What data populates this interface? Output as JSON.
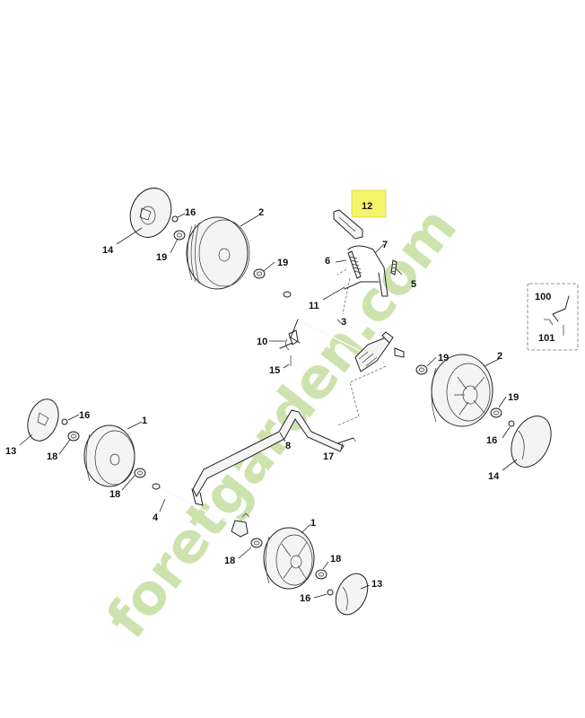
{
  "labels": {
    "p1a": "1",
    "p1b": "1",
    "p2a": "2",
    "p2b": "2",
    "p3": "3",
    "p4": "4",
    "p5": "5",
    "p6": "6",
    "p7": "7",
    "p8": "8",
    "p10": "10",
    "p11": "11",
    "p12": "12",
    "p13a": "13",
    "p13b": "13",
    "p14a": "14",
    "p14b": "14",
    "p15": "15",
    "p16a": "16",
    "p16b": "16",
    "p16c": "16",
    "p16d": "16",
    "p17": "17",
    "p18a": "18",
    "p18b": "18",
    "p18c": "18",
    "p18d": "18",
    "p19a": "19",
    "p19b": "19",
    "p19c": "19",
    "p19d": "19",
    "p100": "100",
    "p101": "101"
  },
  "watermark": {
    "text": "foretgarden.com",
    "color_primary": "#c5dfa0",
    "color_secondary": "#cfc5b8"
  },
  "highlight": {
    "part": "12",
    "color": "#f4f46a"
  }
}
